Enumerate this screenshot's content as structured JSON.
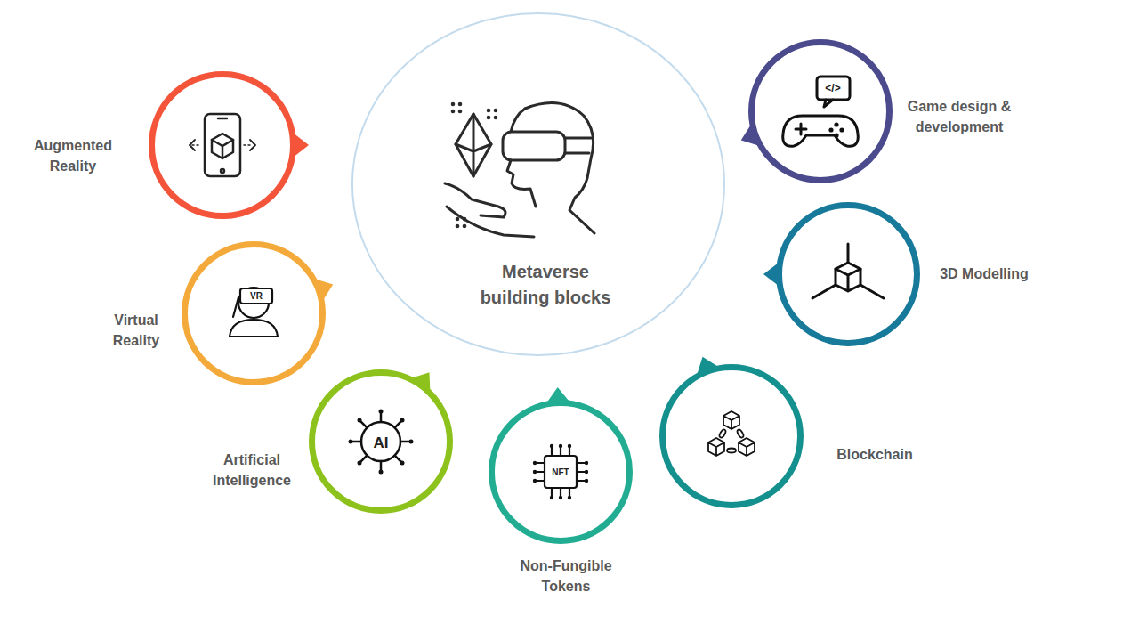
{
  "diagram": {
    "nodes": [
      {
        "text": [
          "Metaverse building blocks"
        ]
      },
      {
        "text": [
          "Augmented Reality"
        ]
      },
      {
        "text": [
          "Game design & development"
        ]
      },
      {
        "text": [
          "Virtual Reality"
        ]
      },
      {
        "text": [
          "3D Modelling"
        ]
      },
      {
        "text": [
          "Artificial Intelligence"
        ]
      },
      {
        "text": [
          "Blockchain"
        ]
      },
      {
        "text": [
          "Non-Fungible Tokens"
        ]
      }
    ],
    "labels": [
      "</>",
      "VR",
      "AI",
      "NFT"
    ]
  }
}
